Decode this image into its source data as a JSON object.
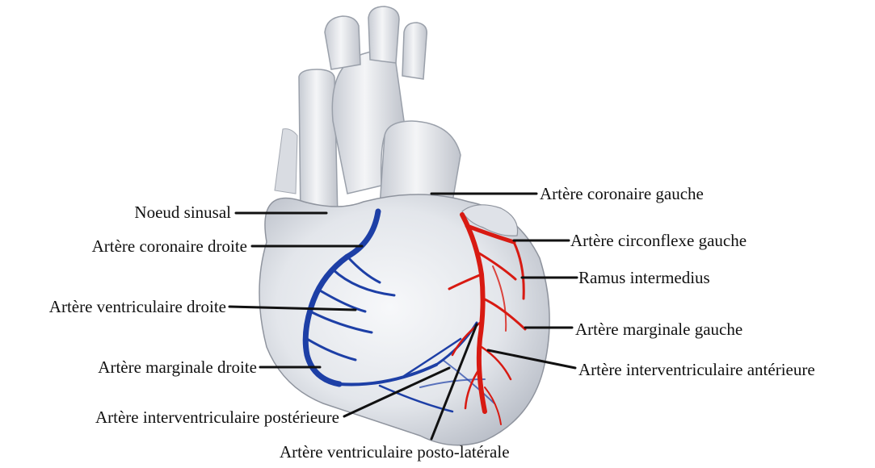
{
  "colors": {
    "heart_fill": "#e9ebef",
    "heart_shadow": "#b9bdc6",
    "right_coronary": "#1d3fa6",
    "left_coronary": "#d81a12",
    "leader_line": "#111111",
    "label_text": "#111111",
    "background": "#ffffff"
  },
  "labels": {
    "noeud_sinusal": "Noeud sinusal",
    "artere_coronaire_droite": "Artère coronaire droite",
    "artere_ventriculaire_droite": "Artère ventriculaire droite",
    "artere_marginale_droite": "Artère marginale droite",
    "artere_interventriculaire_posterieure": "Artère interventriculaire postérieure",
    "artere_ventriculaire_posto_laterale": "Artère ventriculaire posto-latérale",
    "artere_coronaire_gauche": "Artère coronaire gauche",
    "artere_circonflexe_gauche": "Artère circonflexe gauche",
    "ramus_intermedius": "Ramus intermedius",
    "artere_marginale_gauche": "Artère marginale gauche",
    "artere_interventriculaire_anterieure": "Artère interventriculaire antérieure"
  },
  "icons": {
    "heart": "heart-illustration-icon"
  }
}
